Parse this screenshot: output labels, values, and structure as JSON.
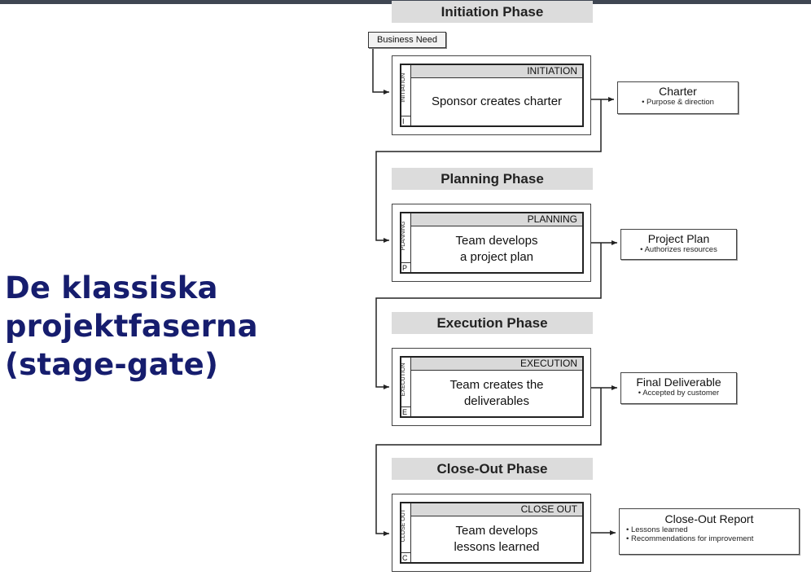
{
  "slide": {
    "title_lines": [
      "De klassiska",
      "projektfaserna",
      "(stage-gate)"
    ]
  },
  "diagram": {
    "business_need": "Business Need",
    "phases": [
      {
        "header": "Initiation Phase",
        "label": "INITIATION",
        "side_label": "INITIATION",
        "letter": "I",
        "text": "Sponsor creates charter",
        "output": {
          "title": "Charter",
          "bullets": [
            "• Purpose & direction"
          ]
        }
      },
      {
        "header": "Planning Phase",
        "label": "PLANNING",
        "side_label": "PLANNING",
        "letter": "P",
        "text": "Team develops a project plan",
        "output": {
          "title": "Project Plan",
          "bullets": [
            "• Authorizes resources"
          ]
        }
      },
      {
        "header": "Execution Phase",
        "label": "EXECUTION",
        "side_label": "EXECUTION",
        "letter": "E",
        "text": "Team creates the deliverables",
        "output": {
          "title": "Final Deliverable",
          "bullets": [
            "• Accepted by customer"
          ]
        }
      },
      {
        "header": "Close-Out Phase",
        "label": "CLOSE OUT",
        "side_label": "CLOSE OUT",
        "letter": "C",
        "text": "Team develops lessons learned",
        "output": {
          "title": "Close-Out Report",
          "bullets": [
            "• Lessons learned",
            "• Recommendations for improvement"
          ]
        }
      }
    ]
  },
  "colors": {
    "title": "#161d6e",
    "top_bar": "#3f4652",
    "phase_header_bg": "#dcdcdc",
    "label_bar_bg": "#d9d9d9"
  }
}
